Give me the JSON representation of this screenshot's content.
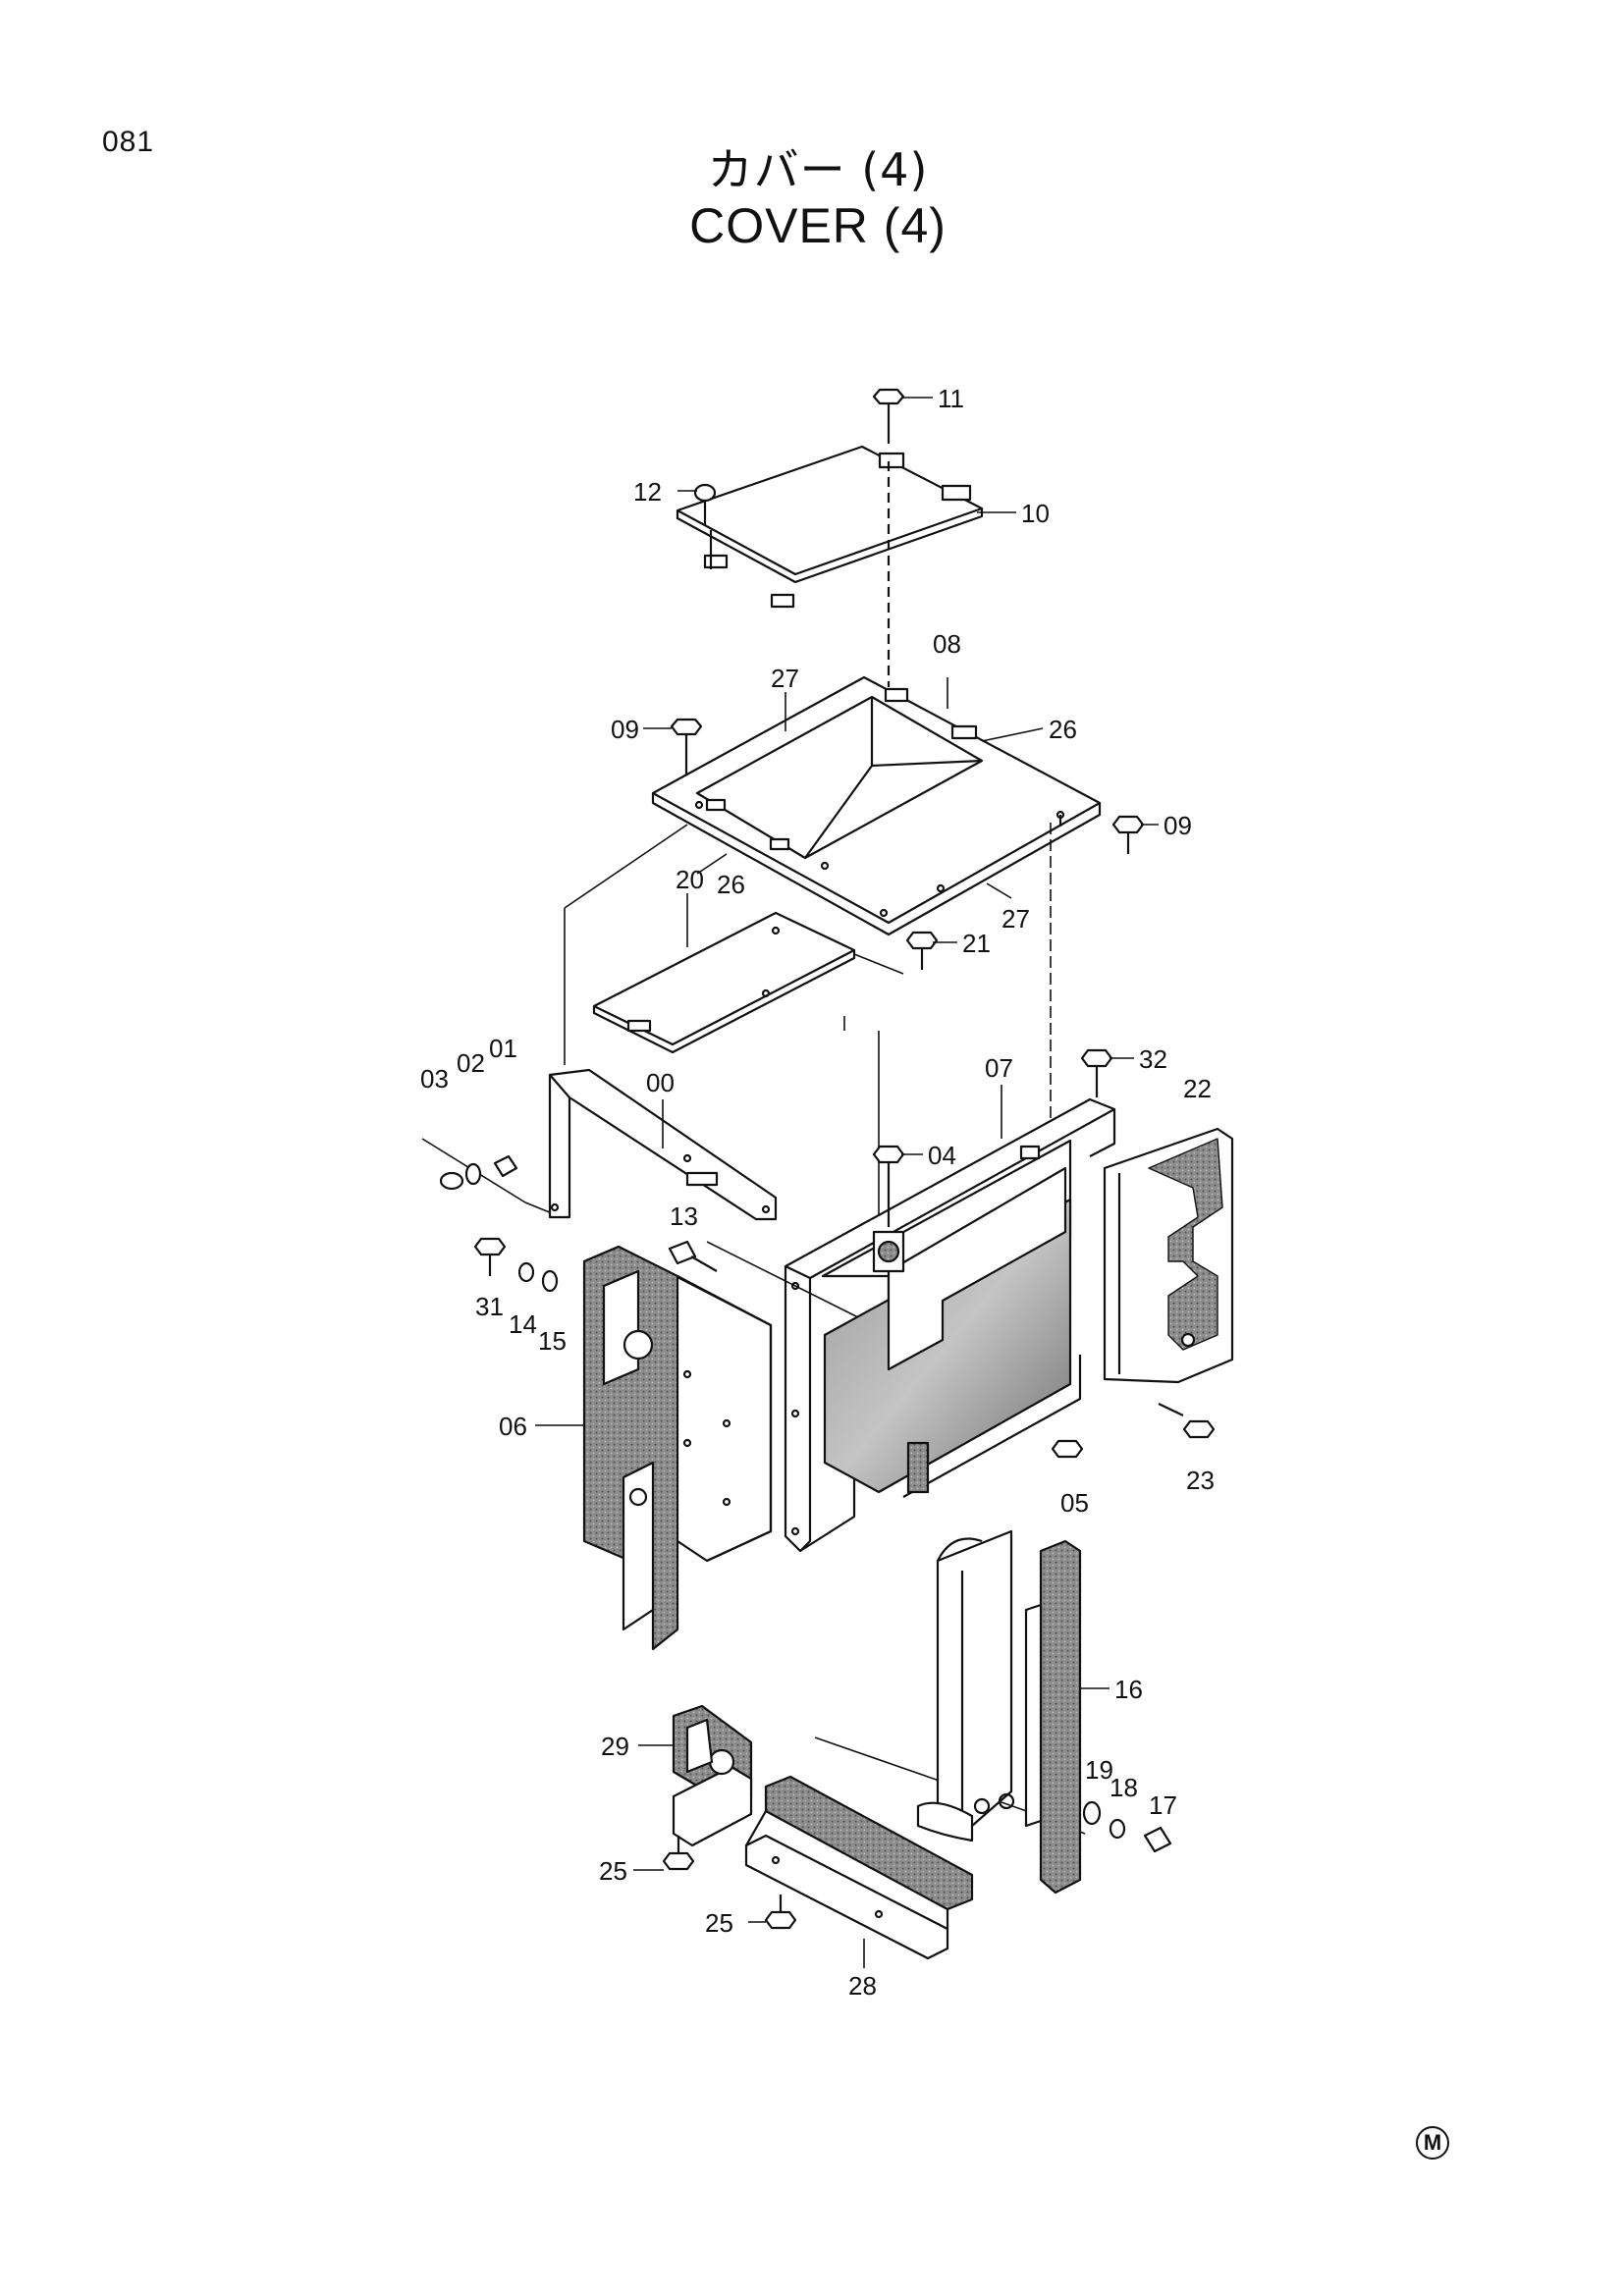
{
  "page": {
    "number": "081"
  },
  "title": {
    "japanese": "カバー (4)",
    "english": "COVER (4)"
  },
  "callouts": [
    "11",
    "12",
    "10",
    "08",
    "27",
    "26",
    "09",
    "26",
    "09",
    "27",
    "20",
    "21",
    "03",
    "02",
    "01",
    "00",
    "07",
    "32",
    "22",
    "04",
    "13",
    "31",
    "14",
    "15",
    "06",
    "05",
    "23",
    "16",
    "29",
    "19",
    "18",
    "17",
    "25",
    "25",
    "28"
  ],
  "mark": "M",
  "colors": {
    "ink": "#111111",
    "foam": "#7a7a7a",
    "paper": "#ffffff"
  }
}
